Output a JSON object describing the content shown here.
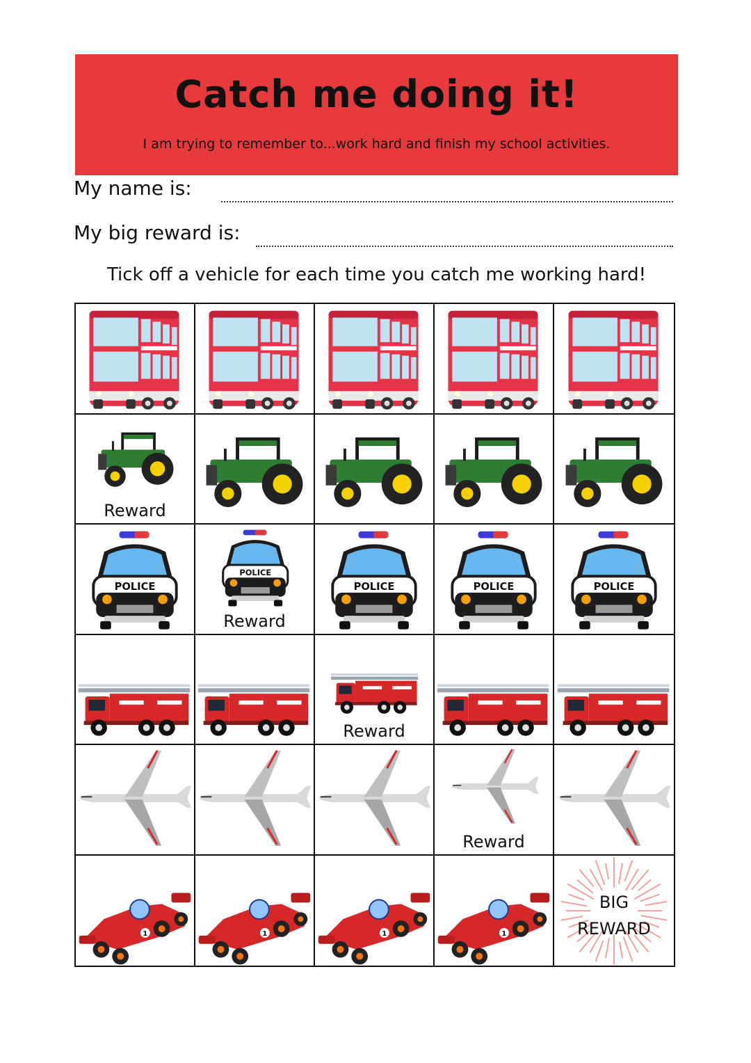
{
  "header": {
    "title": "Catch me doing it!",
    "subtitle": "I am trying to remember to...work hard and finish my school activities."
  },
  "form": {
    "name_label": "My name is:",
    "reward_label": "My big reward is:"
  },
  "instruction": "Tick off a vehicle for each time you catch me working hard!",
  "grid": {
    "rows": [
      {
        "vehicle": "bus-icon",
        "cells": [
          "",
          "",
          "",
          "",
          ""
        ]
      },
      {
        "vehicle": "tractor-icon",
        "cells": [
          "Reward",
          "",
          "",
          "",
          ""
        ]
      },
      {
        "vehicle": "police-car-icon",
        "cells": [
          "",
          "Reward",
          "",
          "",
          ""
        ]
      },
      {
        "vehicle": "fire-truck-icon",
        "cells": [
          "",
          "",
          "Reward",
          "",
          ""
        ]
      },
      {
        "vehicle": "airplane-icon",
        "cells": [
          "",
          "",
          "",
          "Reward",
          ""
        ]
      },
      {
        "vehicle": "race-car-icon",
        "cells": [
          "",
          "",
          "",
          "",
          "BIG REWARD"
        ]
      }
    ],
    "big_reward_line1": "BIG",
    "big_reward_line2": "REWARD",
    "police_text": "POLICE",
    "race_number": "1"
  },
  "colors": {
    "banner": "#e63a3d",
    "bus": "#e5334a",
    "tractor": "#2e7d32",
    "wheel_hub": "#f5d000",
    "fire_truck": "#d62828"
  }
}
